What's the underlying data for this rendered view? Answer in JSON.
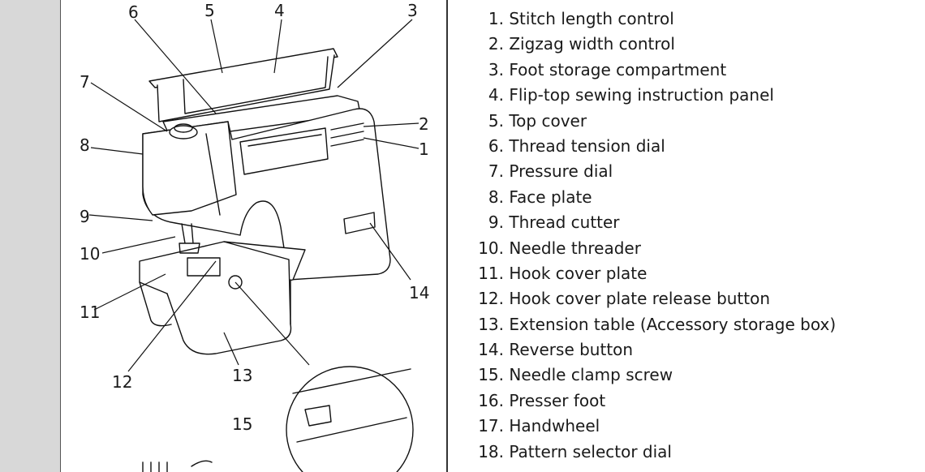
{
  "callouts": {
    "n1": "1",
    "n2": "2",
    "n3": "3",
    "n4": "4",
    "n5": "5",
    "n6": "6",
    "n7": "7",
    "n8": "8",
    "n9": "9",
    "n10": "10",
    "n11": "11",
    "n12": "12",
    "n13": "13",
    "n14": "14",
    "n15": "15"
  },
  "parts": [
    {
      "num": "1.",
      "label": "Stitch length control"
    },
    {
      "num": "2.",
      "label": "Zigzag width control"
    },
    {
      "num": "3.",
      "label": "Foot storage compartment"
    },
    {
      "num": "4.",
      "label": "Flip-top sewing instruction panel"
    },
    {
      "num": "5.",
      "label": "Top cover"
    },
    {
      "num": "6.",
      "label": "Thread tension dial"
    },
    {
      "num": "7.",
      "label": "Pressure dial"
    },
    {
      "num": "8.",
      "label": "Face plate"
    },
    {
      "num": "9.",
      "label": "Thread cutter"
    },
    {
      "num": "10.",
      "label": "Needle threader"
    },
    {
      "num": "11.",
      "label": "Hook cover plate"
    },
    {
      "num": "12.",
      "label": "Hook cover plate release button"
    },
    {
      "num": "13.",
      "label": "Extension table (Accessory storage box)"
    },
    {
      "num": "14.",
      "label": "Reverse button"
    },
    {
      "num": "15.",
      "label": "Needle clamp screw"
    },
    {
      "num": "16.",
      "label": "Presser foot"
    },
    {
      "num": "17.",
      "label": "Handwheel"
    },
    {
      "num": "18.",
      "label": "Pattern selector dial"
    }
  ]
}
